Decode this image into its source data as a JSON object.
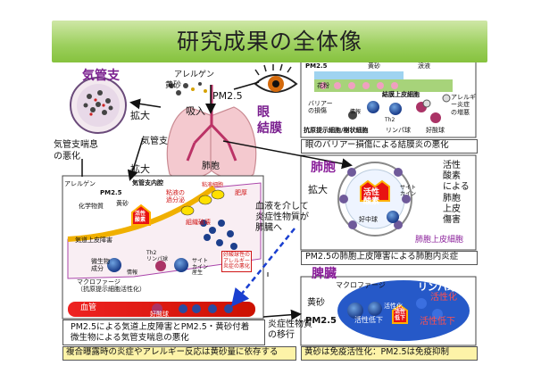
{
  "title": "研究成果の全体像",
  "trachea": {
    "label": "気管支",
    "enlarge": "拡大",
    "asthma": "気管支喘息\nの悪化",
    "enlarge2": "拡大"
  },
  "top_center": {
    "allergen": "アレルゲン",
    "yellow_sand": "黄砂",
    "pm25": "PM2.5",
    "inhale": "吸入",
    "trachea_small": "気管支",
    "alveoli": "肺胞"
  },
  "eye": {
    "label": "眼\n結膜"
  },
  "eye_panel": {
    "pm25": "PM2.5",
    "yellow_sand": "黄砂",
    "tears": "涙液",
    "pollen": "花粉",
    "epithelium": "結膜上皮細胞",
    "barrier": "バリアー\nの損傷",
    "allergy": "アレルギ\nー炎症\nの増悪",
    "antigen_cells": "抗原提示細胞/樹状細胞",
    "lymph": "リンパ球",
    "eosinophil": "好酸球",
    "th2": "Th2",
    "info": "情報",
    "caption": "眼のバリアー損傷による結膜炎の悪化"
  },
  "alveoli_panel": {
    "label": "肺胞",
    "enlarge": "拡大",
    "active_oxygen": "活性\n酸素",
    "neutrophil": "好中球",
    "cytokine": "サイト\nカイン",
    "side_text": "活性\n酸素\nによる\n肺胞\n上皮\n傷害",
    "epi_cell": "肺胞上皮細胞",
    "caption": "PM2.5の肺胞上皮障害による肺胞内炎症"
  },
  "bronchi_panel": {
    "allergen": "アレルゲン",
    "pm25": "PM2.5",
    "yellow_sand": "黄砂",
    "lumen": "気管支内腔",
    "chem": "化学物質",
    "active_oxygen": "活性\n酸素",
    "epi_damage": "気道上皮障害",
    "mucus": "粘液細胞",
    "mucus_excess": "粘液の\n過分泌",
    "fibrosis": "組織破壊",
    "smooth": "肥厚",
    "eos_cells": "好酸球性の\nアレルギー\n炎症の悪化",
    "micro": "微生物\n成分",
    "th2": "Th2\nリンパ球",
    "cytokine": "サイト\nカイン\n産生",
    "info": "情報",
    "macrophage": "マクロファージ\n（抗原提示細胞活性化）",
    "vessel": "血管",
    "eosinophil": "好酸球",
    "caption": "PM2.5による気道上皮障害とPM2.5・黄砂付着\n微生物による気管支喘息の悪化"
  },
  "middle": {
    "blood_text": "血液を介して\n炎症性物質が\n肺臓へ",
    "migration": "炎症性物質\nの移行"
  },
  "spleen_panel": {
    "label": "脾臓",
    "lymph": "リンパ球",
    "macrophage": "マクロファージ",
    "yellow_sand": "黄砂",
    "pm25": "PM2.5",
    "activation": "活性化",
    "active_low": "活性低下",
    "active_low2": "活性低下",
    "activation2": "活性化",
    "active_low3": "活性\n低下"
  },
  "bottom": {
    "left": "複合曝露時の炎症やアレルギー反応は黄砂量に依存する",
    "right": "黄砂は免疫活性化：PM2.5は免疫抑制"
  }
}
